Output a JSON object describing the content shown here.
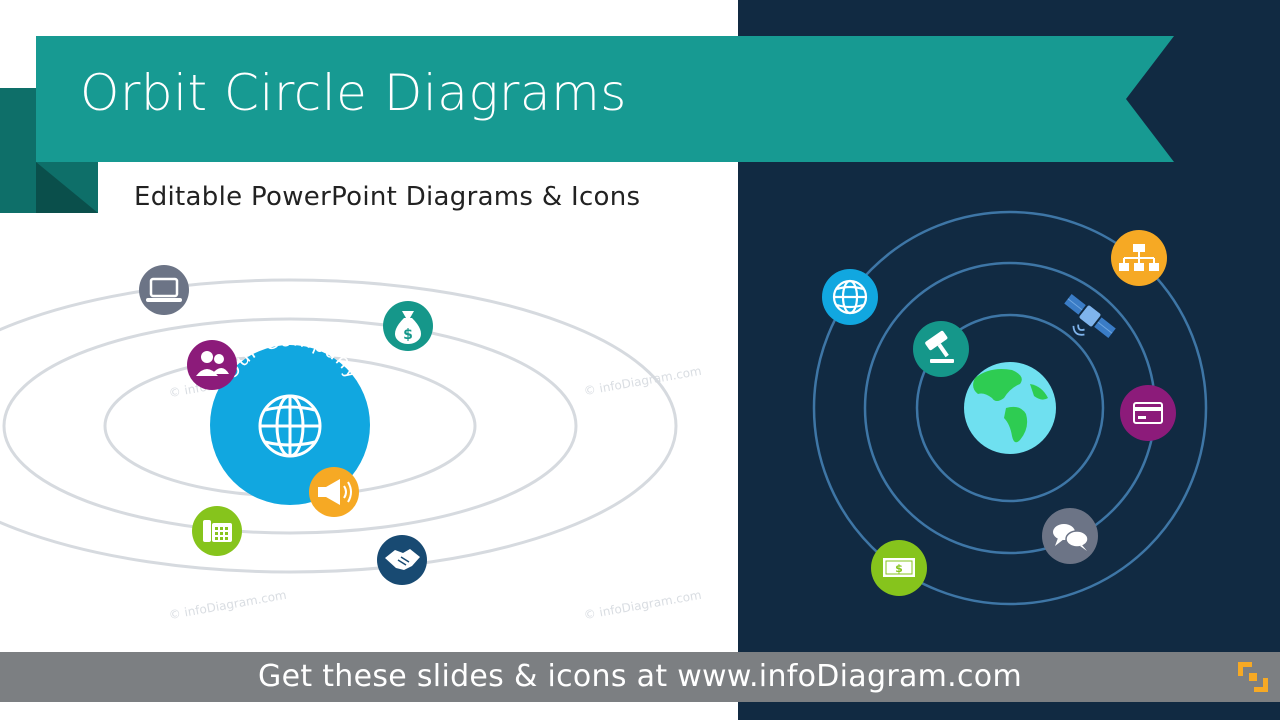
{
  "title": "Orbit Circle Diagrams",
  "subtitle": "Editable PowerPoint Diagrams & Icons",
  "watermark": "© infoDiagram.com",
  "left_diagram": {
    "center_label": "Our Company",
    "center_color": "#11a7e0",
    "orbit_color": "#d6dadf",
    "icons": [
      {
        "name": "laptop-icon",
        "color": "#6c7486"
      },
      {
        "name": "people-icon",
        "color": "#8c1b7a"
      },
      {
        "name": "money-bag-icon",
        "color": "#15978a"
      },
      {
        "name": "megaphone-icon",
        "color": "#f6a924"
      },
      {
        "name": "telephone-icon",
        "color": "#86c41c"
      },
      {
        "name": "handshake-icon",
        "color": "#184a72"
      },
      {
        "name": "globe-icon",
        "color": "#ffffff"
      }
    ]
  },
  "right_diagram": {
    "background": "#112a42",
    "orbit_color": "#3e76a6",
    "icons": [
      {
        "name": "globe-icon",
        "color": "#11a7e0"
      },
      {
        "name": "gavel-icon",
        "color": "#15978a"
      },
      {
        "name": "org-chart-icon",
        "color": "#f6a924"
      },
      {
        "name": "satellite-icon",
        "color": "#3a7cc6"
      },
      {
        "name": "credit-card-icon",
        "color": "#8c1b7a"
      },
      {
        "name": "chat-bubbles-icon",
        "color": "#6c7486"
      },
      {
        "name": "dollar-bill-icon",
        "color": "#86c41c"
      },
      {
        "name": "earth-icon",
        "color": "#6fe0f0"
      }
    ]
  },
  "footer": {
    "text": "Get these slides & icons at www.infoDiagram.com"
  },
  "colors": {
    "banner": "#179a92",
    "banner_dark": "#0e6f69",
    "footer": "#7c7f82",
    "logo": "#f6a924"
  }
}
